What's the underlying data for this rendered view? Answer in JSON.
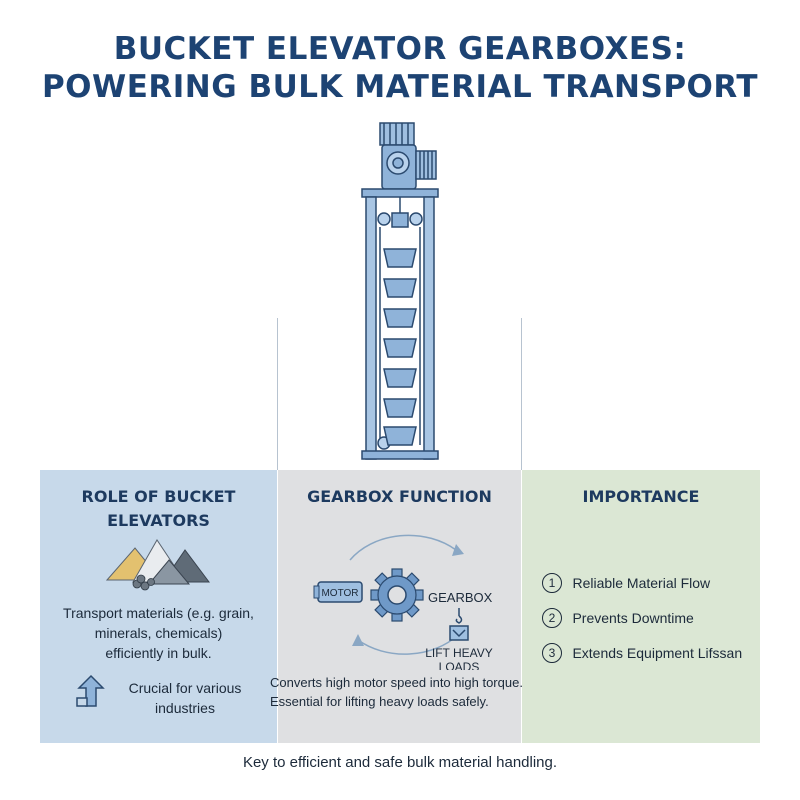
{
  "title": {
    "line1": "BUCKET ELEVATOR GEARBOXES:",
    "line2": "POWERING BULK MATERIAL TRANSPORT"
  },
  "panels": {
    "role": {
      "title_line1": "ROLE OF BUCKET",
      "title_line2": "ELEVATORS",
      "desc_line1": "Transport materials (e.g. grain,",
      "desc_line2": "minerals, chemicals)",
      "desc_line3": "efficiently in bulk.",
      "crucial_line1": "Crucial for various",
      "crucial_line2": "industries",
      "icon": "material-piles-icon"
    },
    "function": {
      "title": "GEARBOX FUNCTION",
      "motor_label": "MOTOR",
      "gearbox_label": "GEARBOX",
      "lift_line1": "LIFT HEAVY",
      "lift_line2": "LOADS",
      "desc_line1": "Converts high motor speed into high torque.",
      "desc_line2": "Essential for lifting heavy loads safely."
    },
    "importance": {
      "title": "IMPORTANCE",
      "items": [
        {
          "num": "1",
          "label": "Reliable Material Flow"
        },
        {
          "num": "2",
          "label": "Prevents Downtime"
        },
        {
          "num": "3",
          "label": "Extends Equipment Lifssan"
        }
      ]
    }
  },
  "footer": "Key to efficient and safe bulk material handling.",
  "colors": {
    "title": "#1d4373",
    "panel_role": "#c7d9ea",
    "panel_function": "#dfe0e2",
    "panel_importance": "#dbe7d4",
    "machine": "#8fb3d9",
    "outline": "#2b4a6f"
  }
}
